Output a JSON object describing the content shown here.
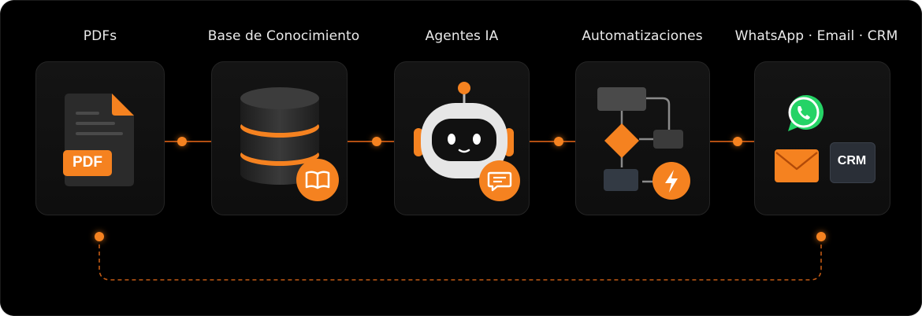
{
  "steps": [
    {
      "label": "PDFs",
      "icon": "pdf-document-icon",
      "badge": "PDF"
    },
    {
      "label": "Base de Conocimiento",
      "icon": "database-icon",
      "badge_icon": "book-icon"
    },
    {
      "label": "Agentes IA",
      "icon": "robot-icon",
      "badge_icon": "chat-bubble-icon"
    },
    {
      "label": "Automatizaciones",
      "icon": "flowchart-icon",
      "badge_icon": "lightning-icon"
    },
    {
      "label": "WhatsApp · Email · CRM",
      "icon": "channels-icon",
      "badge": "CRM"
    }
  ],
  "colors": {
    "accent": "#f58220",
    "background": "#000000",
    "card": "#121212",
    "text": "#eaeaea"
  }
}
